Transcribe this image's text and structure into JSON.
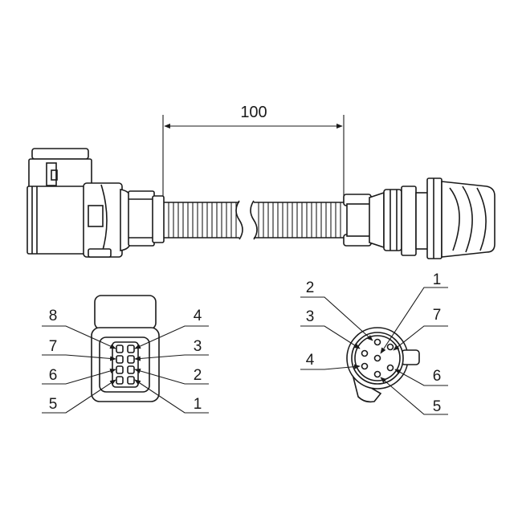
{
  "dimension": {
    "value": "100"
  },
  "rect_connector": {
    "pins_left": [
      "8",
      "7",
      "6",
      "5"
    ],
    "pins_right": [
      "4",
      "3",
      "2",
      "1"
    ]
  },
  "round_connector": {
    "pins_left": [
      "2",
      "3",
      "4"
    ],
    "pins_right": [
      "1",
      "7",
      "6",
      "5"
    ]
  }
}
